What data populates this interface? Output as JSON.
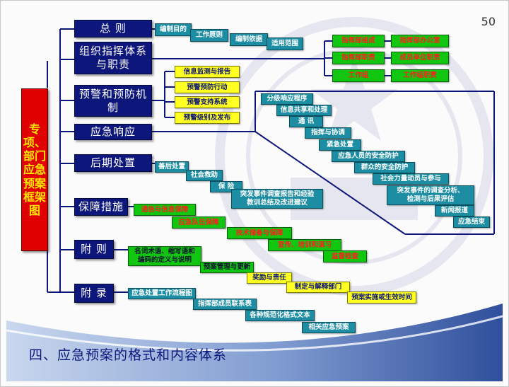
{
  "page_number": "50",
  "title": "四、应急预案的格式和内容体系",
  "colors": {
    "navy": "#0d167a",
    "teal": "#1c8da2",
    "yellow": "#ffff22",
    "green": "#11c611",
    "root_red": "#e00000"
  },
  "root": {
    "label": "专项、部门应急预案框架图"
  },
  "sections": [
    {
      "label": "总 则"
    },
    {
      "label": "组织指挥体系\n与职责"
    },
    {
      "label": "预警和预防机\n制"
    },
    {
      "label": "应急响应"
    },
    {
      "label": "后期处置"
    },
    {
      "label": "保障措施"
    },
    {
      "label": "附 则"
    },
    {
      "label": "附 录"
    }
  ],
  "general": [
    "编制目的",
    "工作原则",
    "编制依据",
    "适用范围"
  ],
  "organization": [
    "指挥部组成",
    "指挥部办公室",
    "指挥部职责",
    "成员单位职责",
    "工作组",
    "工作组职责"
  ],
  "warning": [
    "信息监测与报告",
    "预警预防行动",
    "预警支持系统",
    "预警级别及发布"
  ],
  "response": [
    "分级响应程序",
    "信息共享和处理",
    "通 讯",
    "指挥与协调",
    "紧急处置",
    "应急人员的安全防护",
    "群众的安全防护",
    "社会力量动员与参与",
    "突发事件的调查分析、\n检测与后果评估",
    "新闻报道",
    "应急结束"
  ],
  "aftermath": [
    "善后处置",
    "社会救助",
    "保 险",
    "突发事件调查报告和经验\n教训总结及改进建议"
  ],
  "support": [
    "通信与信息保障",
    "应急队伍保障",
    "技术储备与保障",
    "宣传、培训和演习",
    "监督检查"
  ],
  "supplementary": [
    "名词术语、缩写语和\n编码的定义与说明",
    "预案管理与更新",
    "奖励与责任",
    "制定与解释部门",
    "预案实施或生效时间"
  ],
  "appendix": [
    "应急处置工作流程图",
    "指挥部成员联系表",
    "各种规范化格式文本",
    "相关应急预案"
  ]
}
